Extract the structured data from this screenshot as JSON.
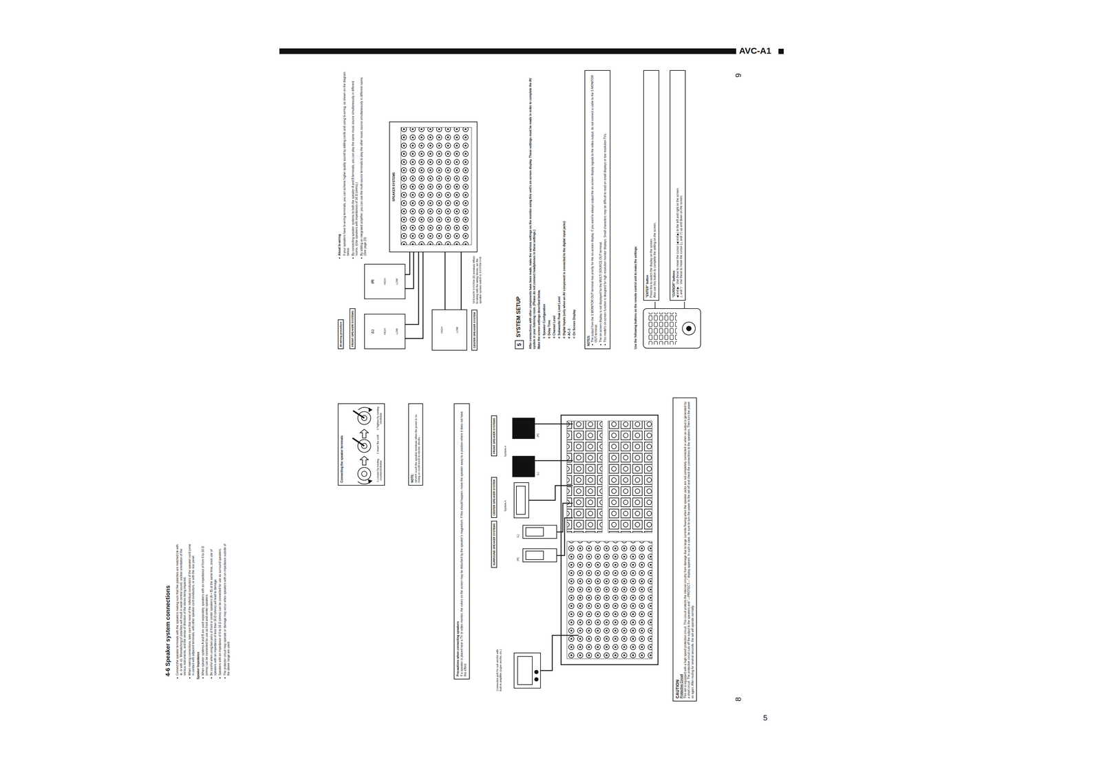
{
  "diagram": {
    "nodes": [
      {
        "text": [
          "Connecting the speaker terminals",
          "1 Loosen by turning counterclockwise",
          "2 Insert the cord",
          "3 Tighten by turning clockwise"
        ]
      },
      {
        "text": [
          "NOTE:",
          "NEVER touch the speaker terminals when the power is on. Doing so could result in electric shocks."
        ]
      },
      {
        "text": [
          "Precautions when connecting speakers",
          "If a speaker is placed near a TV or video monitor, the colors on the screen may be disturbed by the speaker's magnetism. If this should happen, move the speaker away to a position where it does not have this effect."
        ]
      },
      {
        "text": [
          "SURROUND SPEAKER SYSTEMS"
        ]
      },
      {
        "text": [
          "CENTER SPEAKER SYSTEM"
        ]
      },
      {
        "text": [
          "FRONT SPEAKER SYSTEMS"
        ]
      },
      {
        "text": [
          "CAUTION",
          "Protective Circuit",
          "This set is equipped with a high speed protection circuit. This circuit protects the internal circuitry from damage due to large currents flowing when the speaker jacks are not completely connected or when an output is generated by a short circuit. The protective circuit cuts off the output to the speakers and \"—PROTECT—\" display appears. In such a case, be sure to turn the power to the set off and check the connections to the speakers. Then turn the power on again. After muting for several seconds, the set will operate normally."
        ]
      },
      {
        "text": [
          "Bi-wiring procedure"
        ]
      },
      {
        "text": [
          "FRONT SPEAKER SYSTEMS"
        ]
      },
      {
        "text": [
          "(L)",
          "HIGH",
          "LOW"
        ]
      },
      {
        "text": [
          "(R)",
          "HIGH",
          "LOW"
        ]
      },
      {
        "text": [
          "HIGH",
          "LOW"
        ]
      },
      {
        "text": [
          "CENTER SPEAKER SYSTEM"
        ]
      },
      {
        "text": [
          "SPEAKER SYSTEMS"
        ]
      },
      {
        "text": [
          "5"
        ]
      },
      {
        "text": [
          "NOTES:",
          "The output from the S MONITOR OUT terminal has priority for the on-screen display. If you want to always output the on-screen display signals to the video output, do not connect a cable to the S MONITOR OUT terminal.",
          "The on-screen display is not displayed for the MULTI SOURCE OUT terminal.",
          "This model's on-screen function is designed for high resolution monitor displays. Small characters may be difficult to read on small displays or low resolution TVs."
        ]
      },
      {
        "text": [
          "\"ENTER\" button",
          "Press this to switch the display on the screen.",
          "Also use this button to complete the setting on the screen."
        ]
      },
      {
        "text": [
          "\"CURSOR\" buttons",
          "◀ and ▶ : Use these to move the cursor (◀ and ▶) to the left and right on the screen.",
          "△ and ▽ : Use these to move the cursor (△ and ▽) up and down on the screen."
        ]
      }
    ],
    "edges": [
      {
        "from": 9,
        "to": 13,
        "arrow": "none"
      },
      {
        "from": 9,
        "to": 13,
        "arrow": "none"
      },
      {
        "from": 10,
        "to": 13,
        "arrow": "none"
      },
      {
        "from": 10,
        "to": 13,
        "arrow": "none"
      },
      {
        "from": 11,
        "to": 13,
        "arrow": "none"
      },
      {
        "from": 11,
        "to": 13,
        "arrow": "none"
      }
    ],
    "labels": [
      "AVC-A1",
      "5",
      "4-6 Speaker system connections",
      "Connect the speaker terminals with the speakers making sure that like polarities are matched (⊕ with ⊕, ⊖ with ⊖). Mismatching of polarities will result in weak central sound, unclear orientation of the various instruments, and the sense of direction of the stereo being impaired.",
      "When making connections, take care that none of the individual conductors of the speaker cord come in contact with adjacent terminals, with other speaker cord conductors, or with the rear panel.",
      "Speaker Impedance",
      "When speaker systems A and B are used separately, speakers with an impedance of from 6 to 16 Ω (ohms) can be connected for use as front and center speakers.",
      "Be careful when using two pairs of front or center speakers (A + B) at the same time, since use of speakers with an impedance of less than 16 Ω (ohms) will lead to damage.",
      "Speakers with an impedance of 6 to 16 Ω (ohms) can be connected for use as surround speakers.",
      "The protector circuit may operate or damage may occur when speakers with an impedance outside of the above range are used.",
      "Connection jack for sub woofer with built-in amplifier (super woofer, etc.)",
      "(R)",
      "(L)",
      "System A",
      "System A",
      "(L)",
      "(R)",
      "8",
      "About bi-wiring",
      "If your speakers have bi-wiring terminals, you can achieve higher quality sound by adding cords and using bi-wiring, as shown on the diagram below.",
      "By connecting speaker systems to both the speaker A and B terminals, you can play the same music source simultaneously in different rooms. (Use speakers with impedances of 16 Ω (ohms).)",
      "By adding an integrated amplifier, you can use the multi-source terminals to play the other music source simultaneously in different rooms. (See page 23)",
      "SPEAKER SYSTEM (B) terminals When bi-wiring with the wiring shown, set the speaker system switch to SYSTEM A+B.",
      "SYSTEM SETUP",
      "After connections with other components have been made, make the various settings on the monitor using this unit's on-screen display. These settings must be made in order to complete the AV system in your listening room. (Please do not connect headphones in these settings.)",
      "Make the screen settings described below.",
      "① Speaker Configuration",
      "② Delay Time",
      "③ Channel Level",
      "④ Subwoofer Peak Limit Level",
      "⑤ Digital Inputs (only when an AV component is connected to the digital input jacks)",
      "⑥ AC-3",
      "⑦ On Screen Display",
      "Use the following buttons on the remote control unit to make the settings:",
      "9"
    ]
  }
}
